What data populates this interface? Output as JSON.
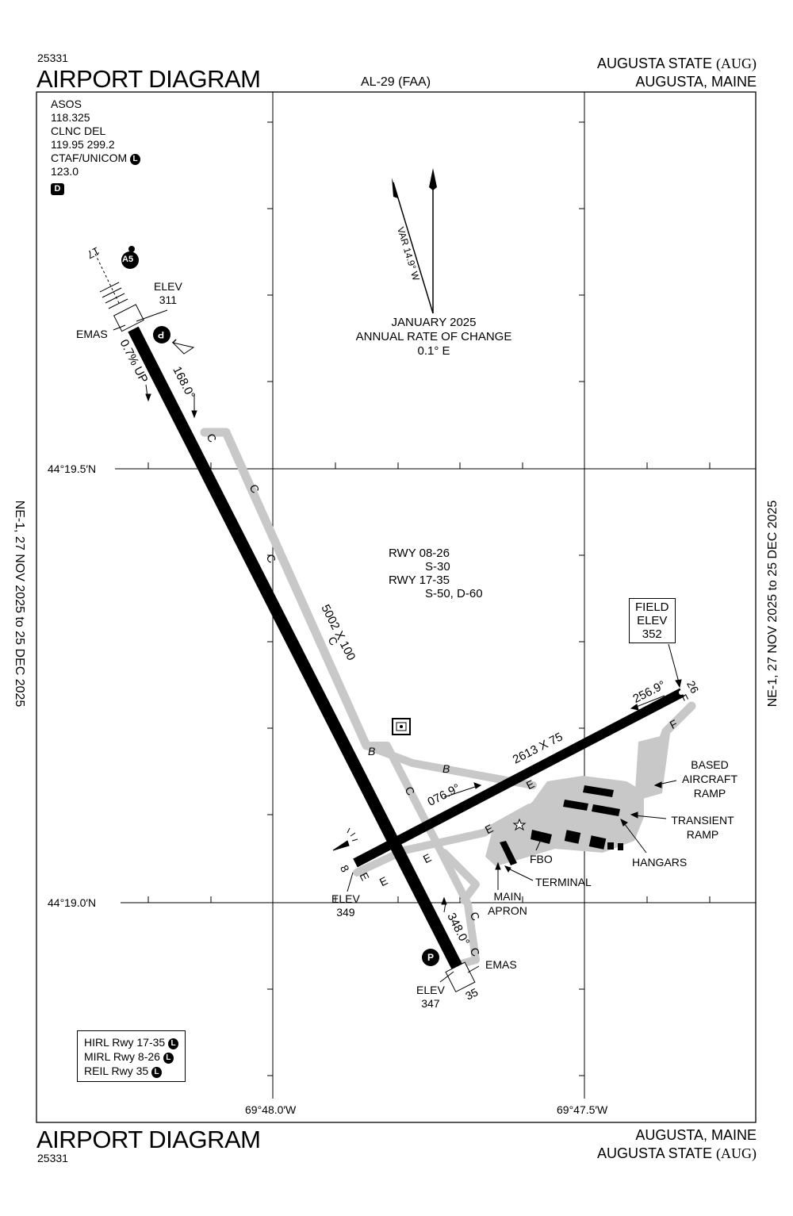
{
  "chart_number_top": "25331",
  "chart_number_bottom": "25331",
  "title_top": "AIRPORT DIAGRAM",
  "title_bottom": "AIRPORT DIAGRAM",
  "procedure_id": "AL-29 (FAA)",
  "airport_name": "AUGUSTA STATE",
  "airport_ident": "(AUG)",
  "city_state": "AUGUSTA, MAINE",
  "validity_left": "NE-1,  27 NOV 2025  to  25 DEC 2025",
  "validity_right": "NE-1,  27 NOV 2025  to  25 DEC 2025",
  "frequencies": {
    "asos_label": "ASOS",
    "asos_freq": "118.325",
    "clnc_label": "CLNC DEL",
    "clnc_freq": "119.95  299.2",
    "ctaf_label": "CTAF/UNICOM",
    "ctaf_badge": "L",
    "ctaf_freq": "123.0",
    "d_badge": "D"
  },
  "magnetic": {
    "var_label": "VAR 14.9° W",
    "epoch": "JANUARY 2025",
    "rate_label": "ANNUAL RATE OF CHANGE",
    "rate_value": "0.1° E"
  },
  "runway_strength": {
    "line1": "RWY 08-26",
    "line2": "S-30",
    "line3": "RWY 17-35",
    "line4": "S-50, D-60"
  },
  "field_elev": {
    "line1": "FIELD",
    "line2": "ELEV",
    "line3": "352"
  },
  "coordinates": {
    "lat_top": "44°19.5′N",
    "lat_bottom": "44°19.0′N",
    "lon_left": "69°48.0′W",
    "lon_right": "69°47.5′W"
  },
  "runway_17_35": {
    "dimensions": "5002 X 100",
    "hdg_168": "168.0°",
    "hdg_348": "348.0°",
    "grade": "0.7% UP",
    "rwy17": "17",
    "rwy35": "35",
    "elev_17_label": "ELEV",
    "elev_17_value": "311",
    "elev_35_label": "ELEV",
    "elev_35_value": "347",
    "emas_north": "EMAS",
    "emas_south": "EMAS"
  },
  "runway_08_26": {
    "dimensions": "2613 X 75",
    "hdg_076": "076.9°",
    "hdg_256": "256.9°",
    "rwy8": "8",
    "rwy26": "26",
    "elev_8_label": "ELEV",
    "elev_8_value": "349"
  },
  "taxiways": {
    "c": "C",
    "b": "B",
    "e": "E",
    "f": "F"
  },
  "facilities": {
    "based_1": "BASED",
    "based_2": "AIRCRAFT",
    "based_3": "RAMP",
    "transient_1": "TRANSIENT",
    "transient_2": "RAMP",
    "hangars": "HANGARS",
    "fbo": "FBO",
    "terminal": "TERMINAL",
    "main_apron_1": "MAIN",
    "main_apron_2": "APRON",
    "a5": "A5",
    "p": "P"
  },
  "lighting_notes": {
    "line1": "HIRL Rwy 17-35",
    "line2": "MIRL Rwy 8-26",
    "line3": "REIL Rwy 35",
    "badge": "L"
  }
}
